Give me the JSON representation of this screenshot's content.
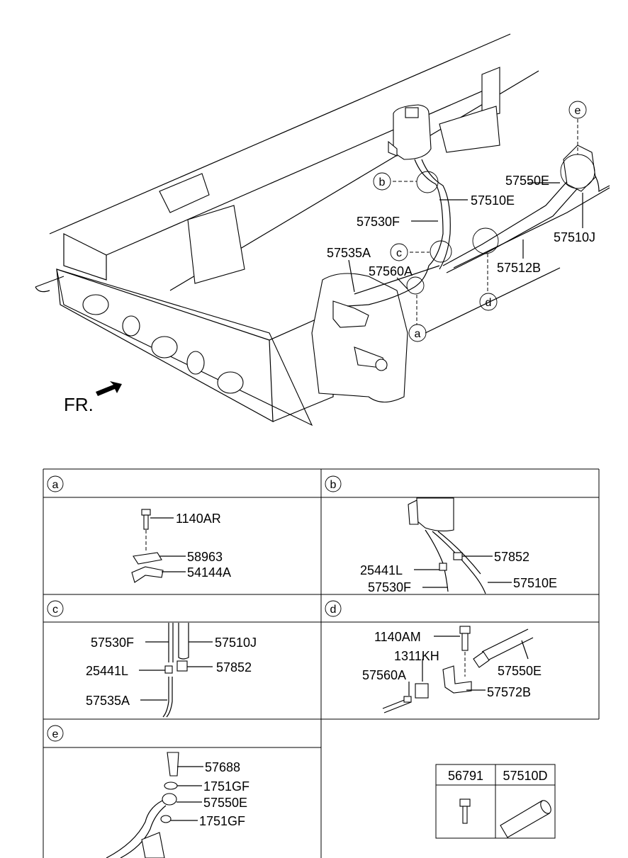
{
  "direction_marker": {
    "label": "FR."
  },
  "main_callouts": {
    "a": "a",
    "b": "b",
    "c": "c",
    "d": "d",
    "e": "e"
  },
  "main_labels": {
    "p57550E": "57550E",
    "p57510E": "57510E",
    "p57530F": "57530F",
    "p57510J": "57510J",
    "p57535A": "57535A",
    "p57512B": "57512B",
    "p57560A": "57560A"
  },
  "detail_a": {
    "header": "a",
    "labels": [
      "1140AR",
      "58963",
      "54144A"
    ]
  },
  "detail_b": {
    "header": "b",
    "labels": [
      "57852",
      "25441L",
      "57530F",
      "57510E"
    ]
  },
  "detail_c": {
    "header": "c",
    "labels": [
      "57530F",
      "57510J",
      "25441L",
      "57852",
      "57535A"
    ]
  },
  "detail_d": {
    "header": "d",
    "labels": [
      "1140AM",
      "1311KH",
      "57550E",
      "57560A",
      "57572B"
    ]
  },
  "detail_e": {
    "header": "e",
    "labels": [
      "57688",
      "1751GF",
      "57550E",
      "1751GF"
    ]
  },
  "parts_table": {
    "columns": [
      "56791",
      "57510D"
    ]
  }
}
